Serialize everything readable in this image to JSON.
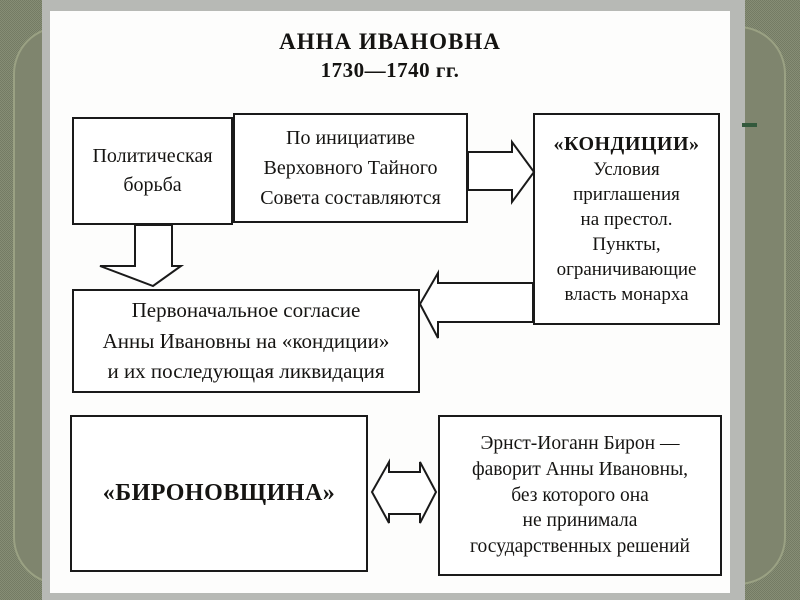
{
  "slide": {
    "title_line1": "АННА ИВАНОВНА",
    "title_line2": "1730—1740 гг."
  },
  "diagram": {
    "political_struggle": "Политическая\nборьба",
    "initiative": "По инициативе\nВерховного Тайного\nСовета составляются",
    "conditions_heading": "«КОНДИЦИИ»",
    "conditions_body": "Условия\nприглашения\nна престол.\nПункты,\nограничивающие\nвласть монарха",
    "initial_consent": "Первоначальное согласие\nАнны Ивановны на «кондиции»\nи их последующая ликвидация",
    "biron_era": "«БИРОНОВЩИНА»",
    "biron_favorite": "Эрнст-Иоганн Бирон —\nфаворит Анны Ивановны,\nбез которого она\nне принимала\nгосударственных решений"
  },
  "colors": {
    "background_olive": "#7f856e",
    "background_checker_light": "#868d75",
    "background_checker_dark": "#747b64",
    "panel_outline": "#9aa183",
    "frame_gray": "#b7b9b5",
    "slide_white": "#fdfdfc",
    "box_border": "#1a1a1a",
    "accent_dash_green": "#33593c"
  }
}
